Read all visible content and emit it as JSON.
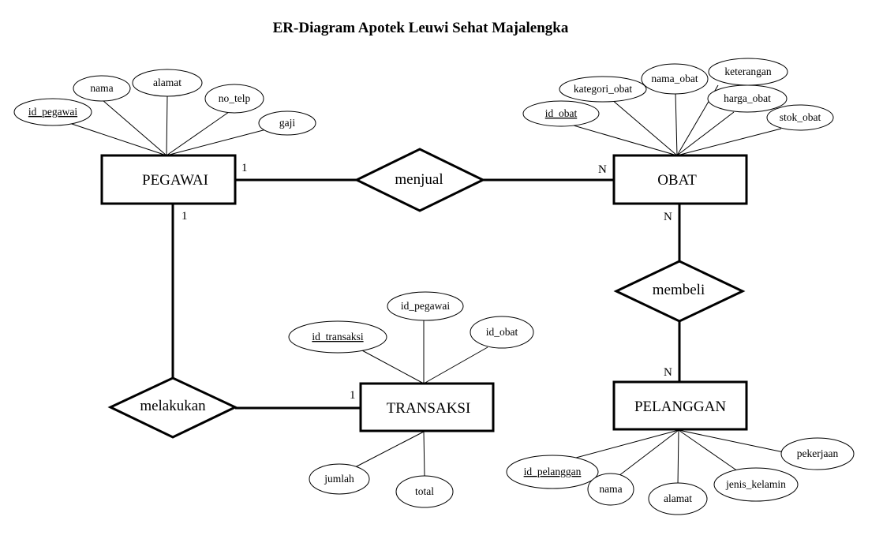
{
  "title": "ER-Diagram Apotek Leuwi Sehat Majalengka",
  "entities": {
    "pegawai": "PEGAWAI",
    "obat": "OBAT",
    "transaksi": "TRANSAKSI",
    "pelanggan": "PELANGGAN"
  },
  "relationships": {
    "menjual": "menjual",
    "membeli": "membeli",
    "melakukan": "melakukan"
  },
  "attributes": {
    "pegawai": [
      "id_pegawai",
      "nama",
      "alamat",
      "no_telp",
      "gaji"
    ],
    "obat": [
      "id_obat",
      "kategori_obat",
      "nama_obat",
      "keterangan",
      "harga_obat",
      "stok_obat"
    ],
    "transaksi": [
      "id_transaksi",
      "id_pegawai",
      "id_obat",
      "jumlah",
      "total"
    ],
    "pelanggan": [
      "id_pelanggan",
      "nama",
      "alamat",
      "jenis_kelamin",
      "pekerjaan"
    ]
  },
  "cardinalities": {
    "pegawai_menjual": "1",
    "obat_menjual": "N",
    "obat_membeli": "N",
    "pelanggan_membeli": "N",
    "pegawai_melakukan": "1",
    "transaksi_melakukan": "1"
  }
}
